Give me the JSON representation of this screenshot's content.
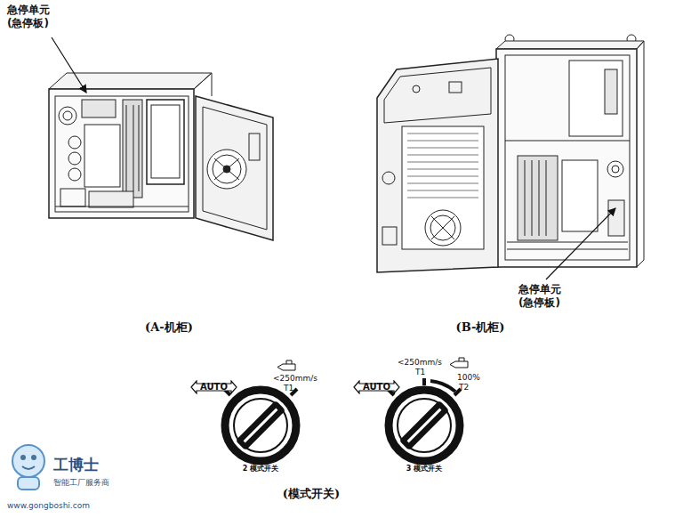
{
  "diagram": {
    "nodes": [
      {
        "text": [
          "AUTO"
        ]
      },
      {
        "text": [
          "AUTO"
        ]
      }
    ],
    "labels": [
      "急停单元 (急停板)",
      "(A-机柜)",
      "急停单元 (急停板)",
      "(B-机柜)",
      "<250mm/s",
      "T1",
      "2 模式开关",
      "<250mm/s",
      "T1",
      "100%",
      "T2",
      "3 模式开关",
      "(模式开关)",
      "工博士",
      "智能工厂服务商",
      "www.gongboshi.com"
    ]
  }
}
